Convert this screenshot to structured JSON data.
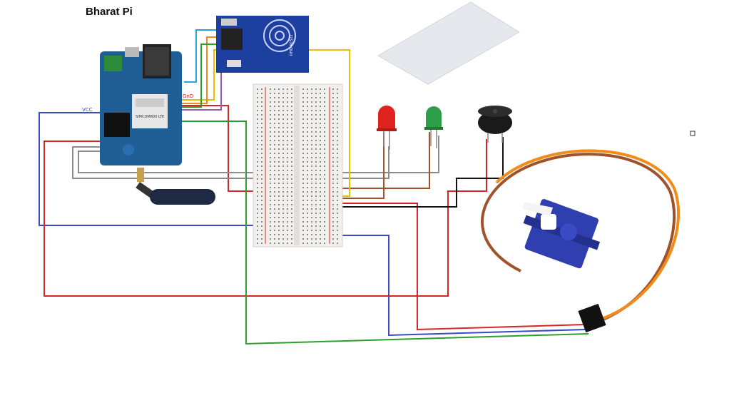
{
  "title": "Bharat Pi",
  "board_labels": {
    "vcc": "VCC",
    "gnd": "GnD",
    "sim_module": "SIMCOM800 LTE",
    "rfid_module": "RFID-RC522"
  },
  "components": {
    "board": "bharat-pi-board",
    "antenna": "gsm-antenna",
    "rfid": "rfid-reader",
    "card": "rfid-card",
    "breadboard": "breadboard",
    "led_red": "red-led",
    "led_green": "green-led",
    "buzzer": "buzzer",
    "servo": "servo-motor",
    "servo_connector": "servo-connector"
  },
  "wire_colors": {
    "red": "#d62728",
    "blue": "#3a48c9",
    "green": "#2ca02c",
    "gray": "#8c8c8c",
    "yellow": "#e6c200",
    "purple": "#9b59b6",
    "black": "#111111",
    "brown": "#a0522d",
    "orange": "#f08c1a",
    "cyan": "#28a3d6"
  },
  "colors": {
    "board": "#1f5f96",
    "rfid": "#1d3fa0",
    "breadboard": "#f1f0ec",
    "card": "#e5e8ec",
    "servo": "#2f3fb0"
  }
}
